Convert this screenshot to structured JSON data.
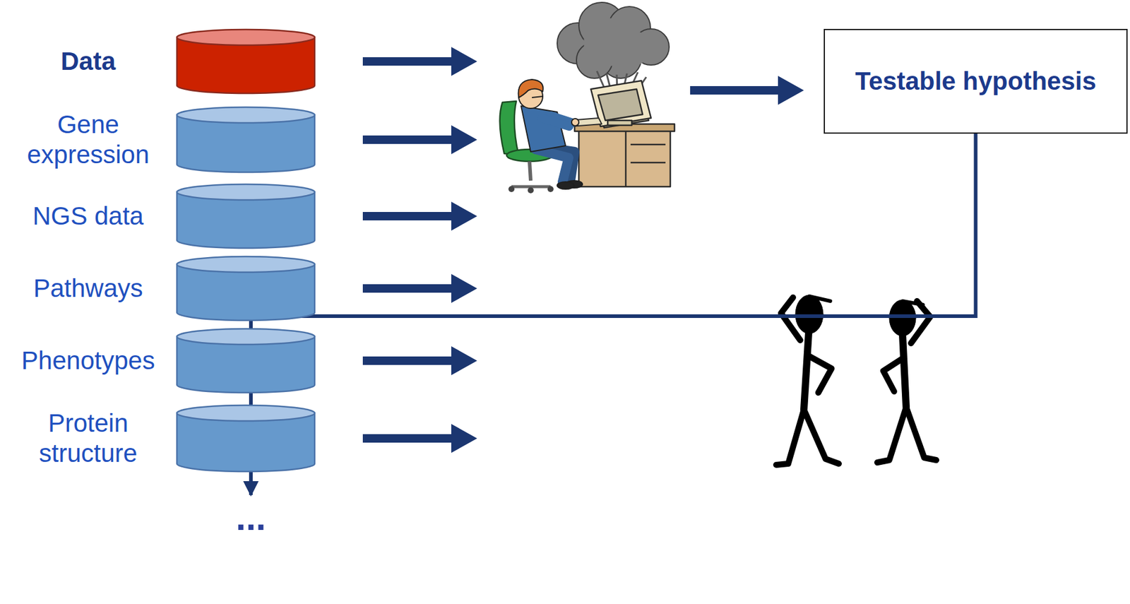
{
  "diagram": {
    "nodes": [
      {
        "text": [
          "Data"
        ]
      },
      {
        "text": [
          "Gene expression"
        ]
      },
      {
        "text": [
          "NGS data"
        ]
      },
      {
        "text": [
          "Pathways"
        ]
      },
      {
        "text": [
          "Phenotypes"
        ]
      },
      {
        "text": [
          "Protein structure"
        ]
      },
      {
        "text": [
          "Testable hypothesis"
        ]
      },
      {
        "text": [
          "..."
        ]
      }
    ],
    "edges": [
      {
        "from": 6,
        "to": 7,
        "arrow": "to"
      }
    ]
  }
}
